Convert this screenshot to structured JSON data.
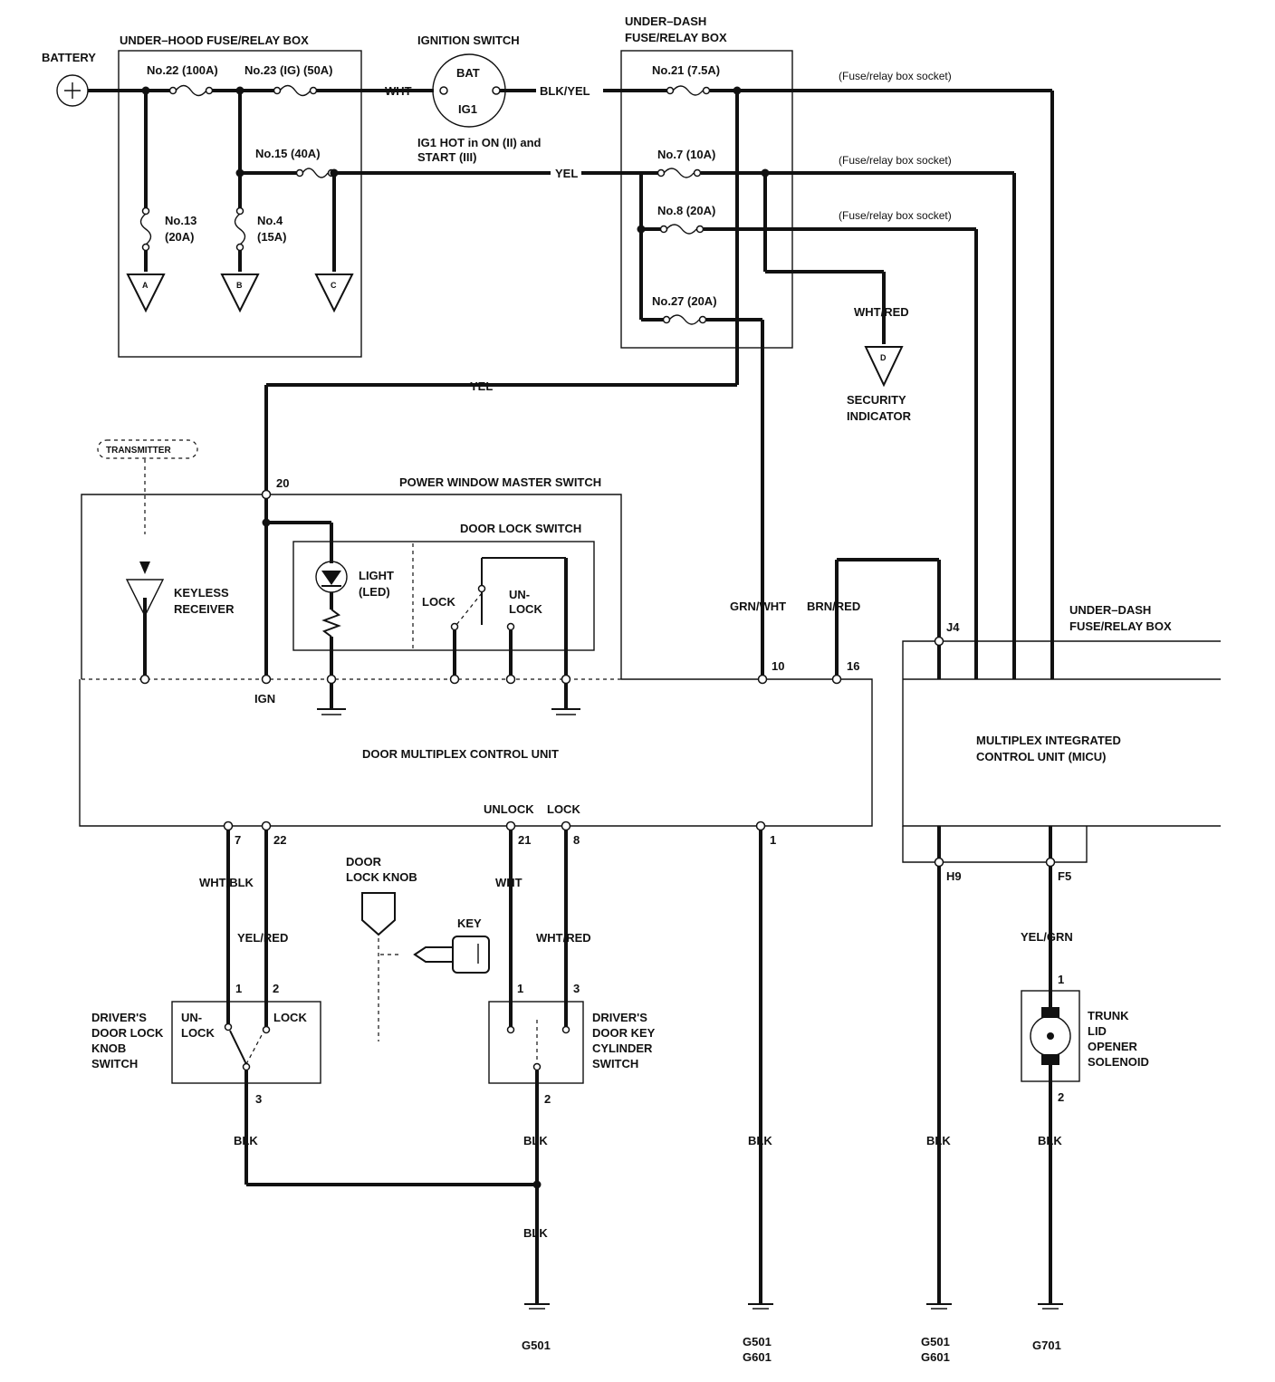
{
  "labels": {
    "battery": "BATTERY",
    "underhood_box": "UNDER–HOOD FUSE/RELAY BOX",
    "ignition_switch": "IGNITION SWITCH",
    "bat": "BAT",
    "ig1": "IG1",
    "underdash_box_1": "UNDER–DASH",
    "underdash_box_2": "FUSE/RELAY BOX",
    "fuse22": "No.22 (100A)",
    "fuse23": "No.23 (IG) (50A)",
    "fuse15": "No.15 (40A)",
    "fuse13_a": "No.13",
    "fuse13_b": "(20A)",
    "fuse4_a": "No.4",
    "fuse4_b": "(15A)",
    "fuse21": "No.21 (7.5A)",
    "fuse7": "No.7 (10A)",
    "fuse8": "No.8 (20A)",
    "fuse27": "No.27 (20A)",
    "socket1": "(Fuse/relay box socket)",
    "socket2": "(Fuse/relay box socket)",
    "socket3": "(Fuse/relay box socket)",
    "ig1_note_1": "IG1 HOT in ON (II) and",
    "ig1_note_2": "START (III)",
    "conn_a": "A",
    "conn_b": "B",
    "conn_c": "C",
    "conn_d": "D",
    "security_1": "SECURITY",
    "security_2": "INDICATOR",
    "transmitter": "TRANSMITTER",
    "pw_master": "POWER WINDOW MASTER SWITCH",
    "door_lock_switch": "DOOR LOCK SWITCH",
    "light_1": "LIGHT",
    "light_2": "(LED)",
    "lock": "LOCK",
    "unlock_1": "UN-",
    "unlock_2": "LOCK",
    "keyless_1": "KEYLESS",
    "keyless_2": "RECEIVER",
    "ign": "IGN",
    "dmcu": "DOOR MULTIPLEX CONTROL UNIT",
    "micu_1": "MULTIPLEX INTEGRATED",
    "micu_2": "CONTROL UNIT (MICU)",
    "underdash2_1": "UNDER–DASH",
    "underdash2_2": "FUSE/RELAY BOX",
    "unlock_term": "UNLOCK",
    "lock_term": "LOCK",
    "door_lock_knob_1": "DOOR",
    "door_lock_knob_2": "LOCK KNOB",
    "key": "KEY",
    "knob_switch_1": "DRIVER'S",
    "knob_switch_2": "DOOR LOCK",
    "knob_switch_3": "KNOB",
    "knob_switch_4": "SWITCH",
    "knob_unlock_1": "UN-",
    "knob_unlock_2": "LOCK",
    "knob_lock": "LOCK",
    "cyl_switch_1": "DRIVER'S",
    "cyl_switch_2": "DOOR KEY",
    "cyl_switch_3": "CYLINDER",
    "cyl_switch_4": "SWITCH",
    "trunk_1": "TRUNK",
    "trunk_2": "LID",
    "trunk_3": "OPENER",
    "trunk_4": "SOLENOID"
  },
  "wires": {
    "wht": "WHT",
    "blk_yel": "BLK/YEL",
    "yel_main": "YEL",
    "yel_feed": "YEL",
    "wht_red_top": "WHT/RED",
    "grn_wht": "GRN/WHT",
    "brn_red": "BRN/RED",
    "wht_blk": "WHT/BLK",
    "yel_red": "YEL/RED",
    "wht_unlock": "WHT",
    "wht_red_lock": "WHT/RED",
    "yel_grn": "YEL/GRN",
    "blk_knob": "BLK",
    "blk_cyl": "BLK",
    "blk_join": "BLK",
    "blk_pin1": "BLK",
    "blk_h9": "BLK",
    "blk_trunk": "BLK"
  },
  "pins": {
    "p20": "20",
    "p10": "10",
    "p16": "16",
    "j4": "J4",
    "p7": "7",
    "p22": "22",
    "p21": "21",
    "p8": "8",
    "p1": "1",
    "h9": "H9",
    "f5": "F5",
    "knob1": "1",
    "knob2": "2",
    "knob3": "3",
    "cyl1": "1",
    "cyl3": "3",
    "cyl2": "2",
    "trunk1": "1",
    "trunk2": "2"
  },
  "grounds": {
    "g1": "G501",
    "g2_a": "G501",
    "g2_b": "G601",
    "g3_a": "G501",
    "g3_b": "G601",
    "g4": "G701"
  }
}
